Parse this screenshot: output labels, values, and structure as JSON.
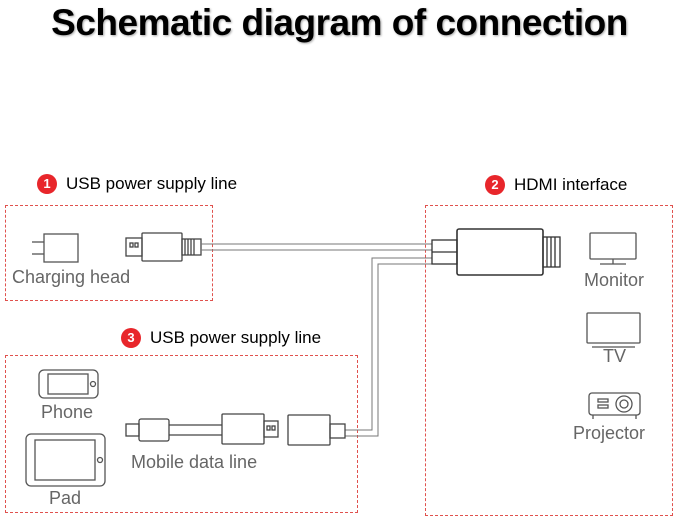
{
  "title": "Schematic diagram of connection",
  "sections": {
    "usb1": {
      "number": "1",
      "title": "USB power supply line"
    },
    "hdmi": {
      "number": "2",
      "title": "HDMI interface"
    },
    "usb3": {
      "number": "3",
      "title": "USB power supply line"
    }
  },
  "devices": {
    "charging_head": "Charging head",
    "monitor": "Monitor",
    "tv": "TV",
    "projector": "Projector",
    "phone": "Phone",
    "pad": "Pad",
    "mobile_data_line": "Mobile data line"
  },
  "colors": {
    "badge": "#e8262b",
    "dashed_border": "#e0524e",
    "icon_stroke": "#555555",
    "label_text": "#666666"
  }
}
